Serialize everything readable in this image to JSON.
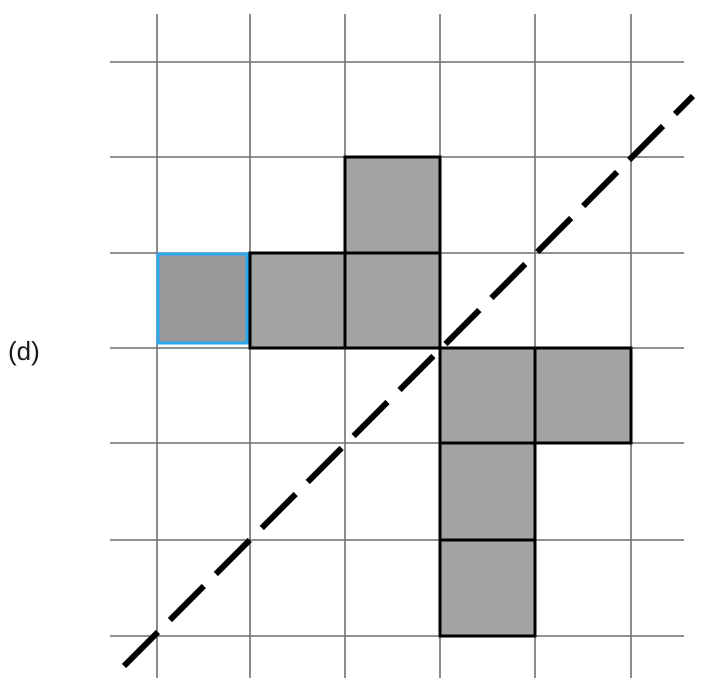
{
  "figure": {
    "label": "(d)"
  },
  "grid": {
    "rows": 6,
    "cols": 5
  },
  "shaded_cells": [
    {
      "row": 1,
      "col": 2
    },
    {
      "row": 2,
      "col": 1
    },
    {
      "row": 2,
      "col": 2
    },
    {
      "row": 3,
      "col": 3
    },
    {
      "row": 3,
      "col": 4
    },
    {
      "row": 4,
      "col": 3
    },
    {
      "row": 5,
      "col": 3
    }
  ],
  "highlighted_cell": {
    "row": 2,
    "col": 0
  },
  "colors": {
    "grid_line": "#6f6f6f",
    "cell_fill": "#a3a3a3",
    "cell_stroke": "#000000",
    "highlight_fill": "#9a9a9a",
    "highlight_stroke": "#2aa7ee",
    "dashed_line": "#000000"
  }
}
